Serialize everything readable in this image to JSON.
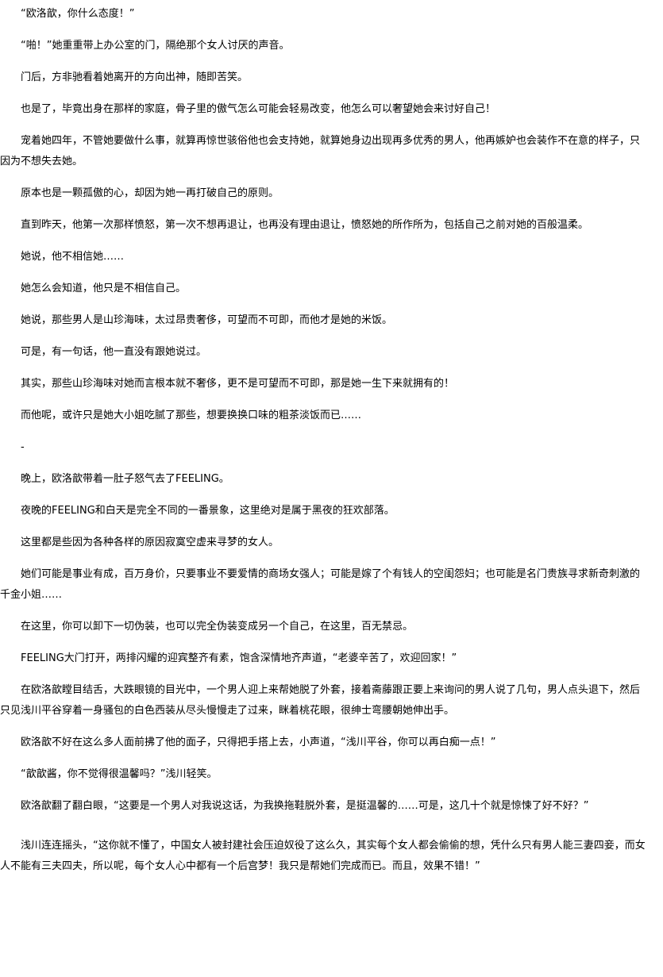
{
  "paragraphs": [
    "“欧洛歆，你什么态度！”",
    "“啪！”她重重带上办公室的门，隔绝那个女人讨厌的声音。",
    "门后，方非驰看着她离开的方向出神，随即苦笑。",
    "也是了，毕竟出身在那样的家庭，骨子里的傲气怎么可能会轻易改变，他怎么可以奢望她会来讨好自己！",
    "宠着她四年，不管她要做什么事，就算再惊世骇俗他也会支持她，就算她身边出现再多优秀的男人，他再嫉妒也会装作不在意的样子，只因为不想失去她。",
    "原本也是一颗孤傲的心，却因为她一再打破自己的原则。",
    "直到昨天，他第一次那样愤怒，第一次不想再退让，也再没有理由退让，愤怒她的所作所为，包括自己之前对她的百般温柔。",
    "她说，他不相信她……",
    "她怎么会知道，他只是不相信自己。",
    "她说，那些男人是山珍海味，太过昂贵奢侈，可望而不可即，而他才是她的米饭。",
    "可是，有一句话，他一直没有跟她说过。",
    "其实，那些山珍海味对她而言根本就不奢侈，更不是可望而不可即，那是她一生下来就拥有的！",
    "而他呢，或许只是她大小姐吃腻了那些，想要换换口味的粗茶淡饭而已……",
    "-",
    "晚上，欧洛歆带着一肚子怒气去了FEELING。",
    "夜晚的FEELING和白天是完全不同的一番景象，这里绝对是属于黑夜的狂欢部落。",
    "这里都是些因为各种各样的原因寂寞空虚来寻梦的女人。",
    "她们可能是事业有成，百万身价，只要事业不要爱情的商场女强人；可能是嫁了个有钱人的空闺怨妇；也可能是名门贵族寻求新奇刺激的千金小姐……",
    "在这里，你可以卸下一切伪装，也可以完全伪装变成另一个自己，在这里，百无禁忌。",
    "FEELING大门打开，两排闪耀的迎宾整齐有素，饱含深情地齐声道，“老婆辛苦了，欢迎回家！”",
    "在欧洛歆瞠目结舌，大跌眼镜的目光中，一个男人迎上来帮她脱了外套，接着斋藤跟正要上来询问的男人说了几句，男人点头退下，然后只见浅川平谷穿着一身骚包的白色西装从尽头慢慢走了过来，眯着桃花眼，很绅士弯腰朝她伸出手。",
    "欧洛歆不好在这么多人面前拂了他的面子，只得把手搭上去，小声道，“浅川平谷，你可以再白痴一点！”",
    "“歆歆酱，你不觉得很温馨吗？”浅川轻笑。",
    "欧洛歆翻了翻白眼，“这要是一个男人对我说这话，为我换拖鞋脱外套，是挺温馨的……可是，这几十个就是惊悚了好不好？”",
    "浅川连连摇头，“这你就不懂了，中国女人被封建社会压迫奴役了这么久，其实每个女人都会偷偷的想，凭什么只有男人能三妻四妾，而女人不能有三夫四夫，所以呢，每个女人心中都有一个后宫梦！我只是帮她们完成而已。而且，效果不错！”"
  ]
}
